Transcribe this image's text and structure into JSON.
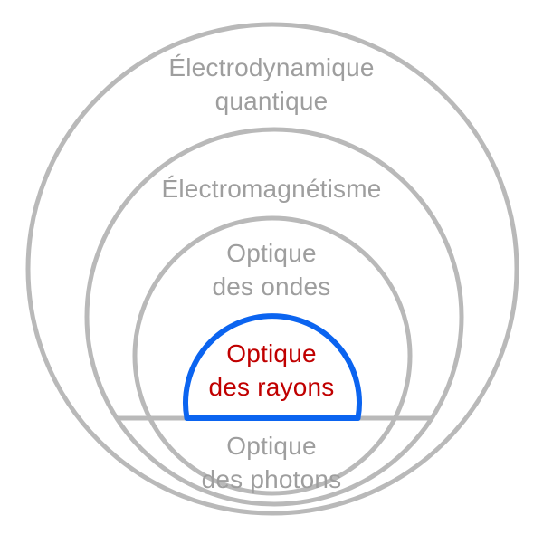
{
  "colors": {
    "gray": "#b9b9b9",
    "text_gray": "#9e9e9e",
    "blue": "#0b64f0",
    "red": "#c00000"
  },
  "labels": {
    "qed": {
      "line1": "Électrodynamique",
      "line2": "quantique"
    },
    "em": {
      "text": "Électromagnétisme"
    },
    "wave": {
      "line1": "Optique",
      "line2": "des ondes"
    },
    "ray": {
      "line1": "Optique",
      "line2": "des rayons"
    },
    "photon": {
      "line1": "Optique",
      "line2": "des photons"
    }
  }
}
